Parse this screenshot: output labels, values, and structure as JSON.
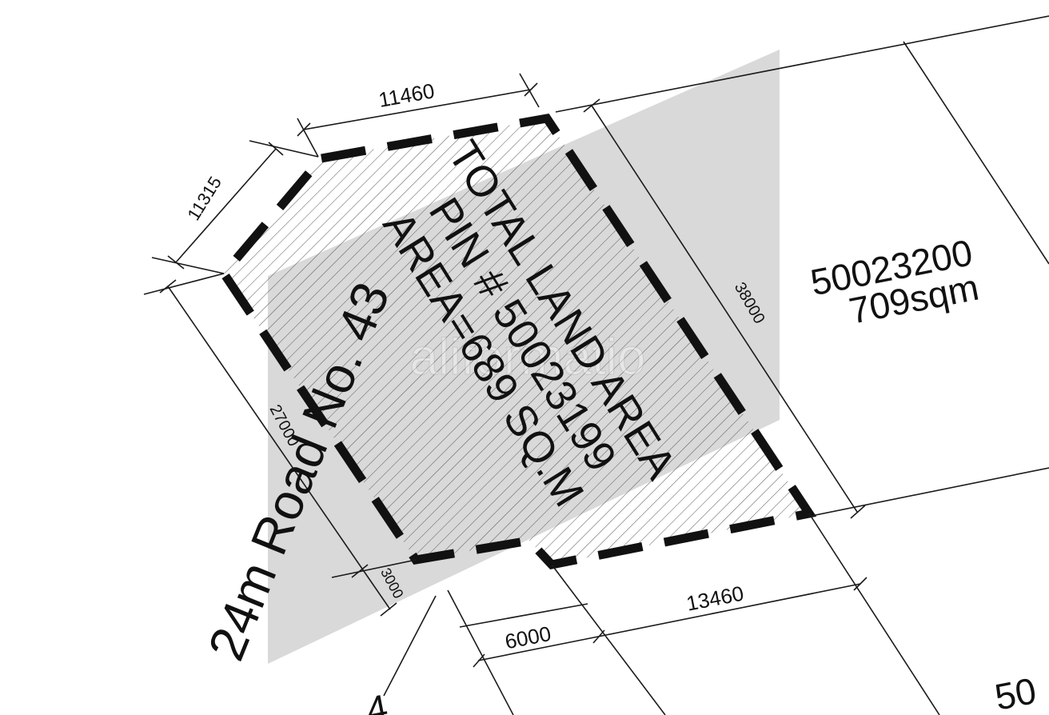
{
  "plot": {
    "title_lines": [
      "TOTAL LAND AREA",
      "PIN # 50023199",
      "AREA=689 SQ.M"
    ]
  },
  "neighbor": {
    "pin": "50023200",
    "area": "709sqm",
    "partial_label": "50"
  },
  "road": {
    "label": "24m Road No. 43",
    "number_fragment": "4"
  },
  "dimensions": {
    "top": "11460",
    "top_chamfer": "11315",
    "left": "27000",
    "right": "38000",
    "bottom_left_small": "3000",
    "bottom_setback": "6000",
    "bottom": "13460"
  },
  "watermark": "aliformatio",
  "colors": {
    "outline": "#111111",
    "overlay": "#d3d3d3",
    "hatch": "#555555"
  }
}
